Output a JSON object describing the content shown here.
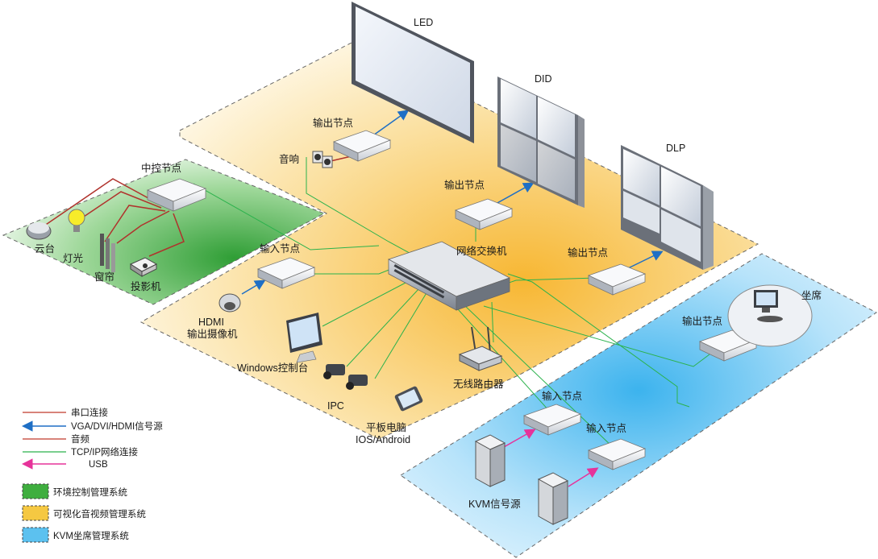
{
  "devices": {
    "led": "LED",
    "did": "DID",
    "dlp": "DLP",
    "output_node_1": "输出节点",
    "output_node_2": "输出节点",
    "output_node_3": "输出节点",
    "output_node_4": "输出节点",
    "audio": "音响",
    "central_node": "中控节点",
    "ptz": "云台",
    "light": "灯光",
    "curtain": "窗帘",
    "projector": "投影机",
    "input_node_1": "输入节点",
    "camera_line1": "HDMI",
    "camera_line2": "输出摄像机",
    "windows_console": "Windows控制台",
    "ipc": "IPC",
    "switch": "网络交换机",
    "router": "无线路由器",
    "tablet_line1": "平板电脑",
    "tablet_line2": "IOS/Android",
    "seat": "坐席",
    "input_node_2": "输入节点",
    "input_node_3": "输入节点",
    "kvm_source": "KVM信号源"
  },
  "legend": {
    "lines": [
      {
        "label": "串口连接",
        "color": "#c0392b",
        "arrow": false
      },
      {
        "label": "VGA/DVI/HDMI信号源",
        "color": "#1f6fc5",
        "arrow": true
      },
      {
        "label": "音频",
        "color": "#c0392b",
        "arrow": false
      },
      {
        "label": "TCP/IP网络连接",
        "color": "#2bb24c",
        "arrow": false
      },
      {
        "label": "USB",
        "color": "#e6339a",
        "arrow": true
      }
    ],
    "zones": [
      {
        "label": "环境控制管理系统",
        "color": "#3fae3f"
      },
      {
        "label": "可视化音视频管理系统",
        "color": "#f5b400"
      },
      {
        "label": "KVM坐席管理系统",
        "color": "#2aa7e6"
      }
    ]
  }
}
